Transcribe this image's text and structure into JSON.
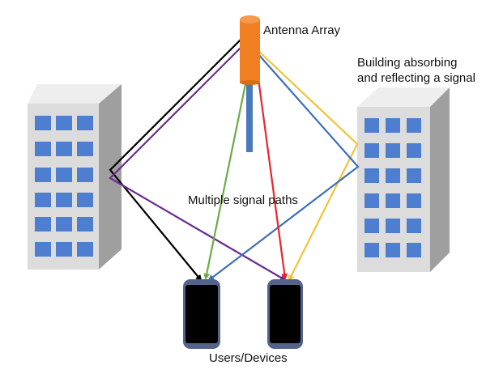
{
  "labels": {
    "antenna": "Antenna Array",
    "building_line1": "Building absorbing",
    "building_line2": "and reflecting  a signal",
    "paths": "Multiple signal paths",
    "devices": "Users/Devices"
  },
  "colors": {
    "antenna_orange": "#f07f22",
    "antenna_pole": "#4a78bd",
    "building_front": "#dcdcdc",
    "building_side": "#9f9f9f",
    "building_top": "#eeeeee",
    "window": "#4e7ed0",
    "device_body": "#000000",
    "device_bezel": "#53638a",
    "path_black": "#000000",
    "path_purple": "#6b2d91",
    "path_green": "#6aac45",
    "path_red": "#e8262a",
    "path_blue": "#3e6eb6",
    "path_yellow": "#f2c23a"
  }
}
